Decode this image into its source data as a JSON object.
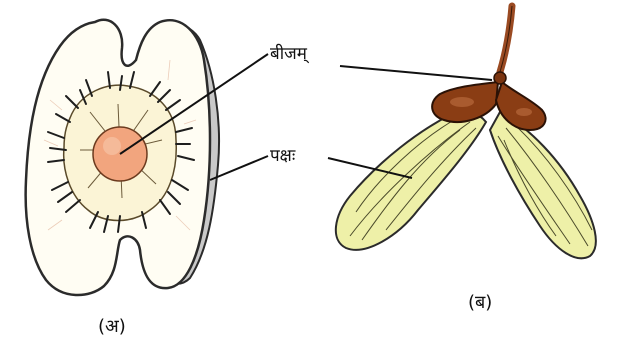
{
  "labels": {
    "seed": "बीजम्",
    "wing": "पक्षः"
  },
  "captions": {
    "left": "(अ)",
    "right": "(ब)"
  },
  "colors": {
    "outline": "#2b2b2b",
    "wing_fill": "#fffde6",
    "seed_center": "#f2a57e",
    "inner_ring": "#fbf4d6",
    "samara_wing": "#eef0a8",
    "samara_seed": "#8a3d14",
    "stem": "#9a4a22"
  }
}
